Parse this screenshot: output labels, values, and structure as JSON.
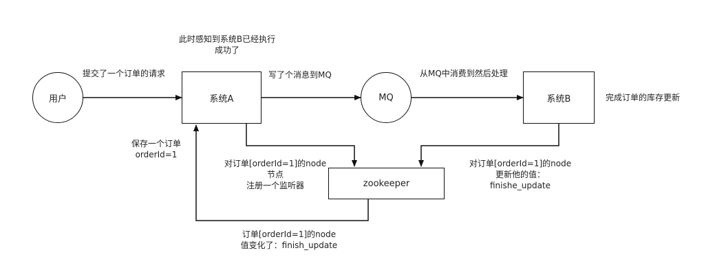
{
  "nodes": {
    "user": "用户",
    "system_a": "系统A",
    "mq": "MQ",
    "system_b": "系统B",
    "zookeeper": "zookeeper"
  },
  "labels": {
    "top_note": [
      "此时感知到系统B已经执行",
      "成功了"
    ],
    "submit_order": "提交了一个订单的请求",
    "write_mq": "写了个消息到MQ",
    "consume_mq": "从MQ中消费到然后处理",
    "complete_stock": "完成订单的库存更新",
    "save_order": [
      "保存一个订单",
      "orderId=1"
    ],
    "register_watch": [
      "对订单[orderId=1]的node",
      "节点",
      "注册一个监听器"
    ],
    "update_value": [
      "对订单[orderId=1]的node",
      "更新他的值：",
      "finishe_update"
    ],
    "value_changed": [
      "订单[orderId=1]的node",
      "值变化了：finish_update"
    ]
  }
}
